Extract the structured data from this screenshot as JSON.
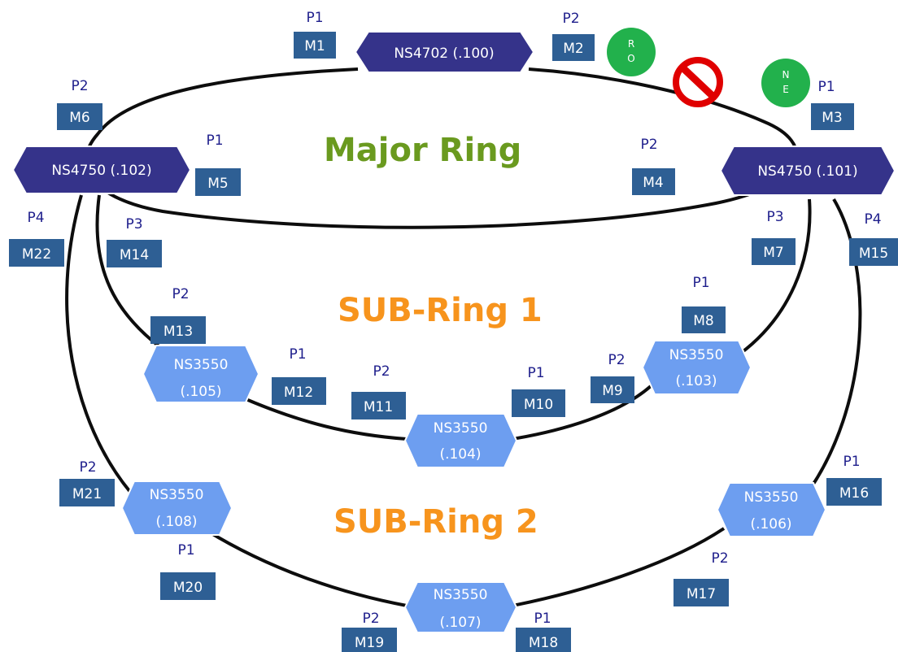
{
  "rings": {
    "major": {
      "title": "Major Ring",
      "color": "#6a9a1f"
    },
    "sub1": {
      "title": "SUB-Ring 1",
      "color": "#f7941d"
    },
    "sub2": {
      "title": "SUB-Ring 2",
      "color": "#f7941d"
    }
  },
  "nodes": {
    "n100": {
      "label": "NS4702 (.100)"
    },
    "n101": {
      "label": "NS4750 (.101)"
    },
    "n102": {
      "label": "NS4750 (.102)"
    },
    "n103": {
      "line1": "NS3550",
      "line2": "(.103)"
    },
    "n104": {
      "line1": "NS3550",
      "line2": "(.104)"
    },
    "n105": {
      "line1": "NS3550",
      "line2": "(.105)"
    },
    "n106": {
      "line1": "NS3550",
      "line2": "(.106)"
    },
    "n107": {
      "line1": "NS3550",
      "line2": "(.107)"
    },
    "n108": {
      "line1": "NS3550",
      "line2": "(.108)"
    }
  },
  "ports": [
    {
      "m": "M1",
      "p": "P1"
    },
    {
      "m": "M2",
      "p": "P2"
    },
    {
      "m": "M3",
      "p": "P1"
    },
    {
      "m": "M4",
      "p": "P2"
    },
    {
      "m": "M5",
      "p": "P1"
    },
    {
      "m": "M6",
      "p": "P2"
    },
    {
      "m": "M7",
      "p": "P3"
    },
    {
      "m": "M8",
      "p": "P1"
    },
    {
      "m": "M9",
      "p": "P2"
    },
    {
      "m": "M10",
      "p": "P1"
    },
    {
      "m": "M11",
      "p": "P2"
    },
    {
      "m": "M12",
      "p": "P1"
    },
    {
      "m": "M13",
      "p": "P2"
    },
    {
      "m": "M14",
      "p": "P3"
    },
    {
      "m": "M15",
      "p": "P4"
    },
    {
      "m": "M16",
      "p": "P1"
    },
    {
      "m": "M17",
      "p": "P2"
    },
    {
      "m": "M18",
      "p": "P1"
    },
    {
      "m": "M19",
      "p": "P2"
    },
    {
      "m": "M20",
      "p": "P1"
    },
    {
      "m": "M21",
      "p": "P2"
    },
    {
      "m": "M22",
      "p": "P4"
    }
  ],
  "badges": {
    "ro": {
      "top": "R",
      "bottom": "O",
      "color": "#22b14c"
    },
    "ne": {
      "top": "N",
      "bottom": "E",
      "color": "#22b14c"
    }
  },
  "colors": {
    "major_switch": "#35338a",
    "sub_switch": "#6d9ef0",
    "port_box": "#2e5f94",
    "blocked": "#e00000"
  },
  "icons": {
    "blocked_link": "no-entry-icon"
  }
}
